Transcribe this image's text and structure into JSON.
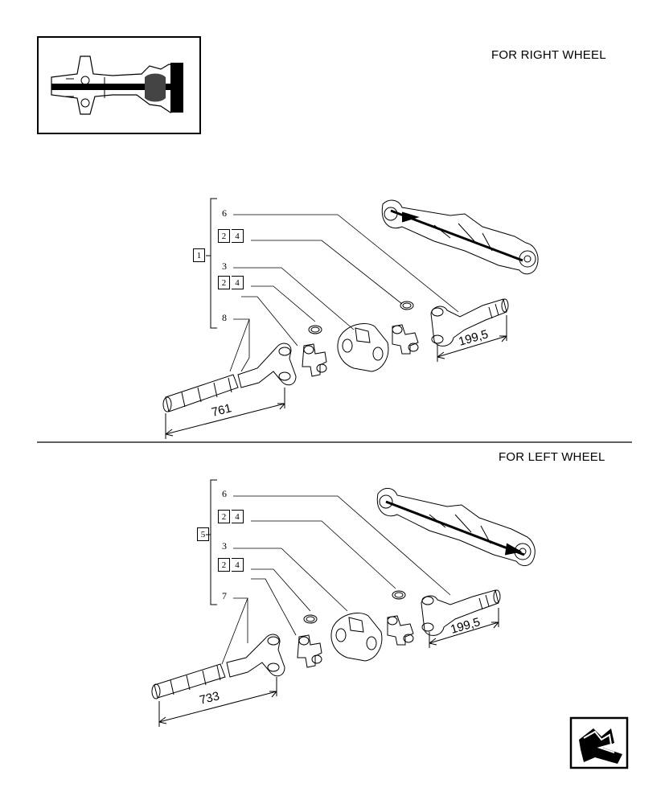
{
  "headings": {
    "right_wheel": "FOR RIGHT WHEEL",
    "left_wheel": "FOR LEFT WHEEL"
  },
  "right_group": {
    "group_ref": "1",
    "items": [
      {
        "ref": "6"
      },
      {
        "qty": "2",
        "ref": "4"
      },
      {
        "ref": "3"
      },
      {
        "qty": "2",
        "ref": "4"
      },
      {
        "ref": "8"
      }
    ],
    "dim_long": "761",
    "dim_short": "199,5"
  },
  "left_group": {
    "group_ref": "5",
    "items": [
      {
        "ref": "6"
      },
      {
        "qty": "2",
        "ref": "4"
      },
      {
        "ref": "3"
      },
      {
        "qty": "2",
        "ref": "4"
      },
      {
        "ref": "7"
      }
    ],
    "dim_long": "733",
    "dim_short": "199,5"
  },
  "icons": {
    "thumbnail": "axle-section-thumbnail-icon",
    "nav": "next-page-arrow-icon"
  }
}
